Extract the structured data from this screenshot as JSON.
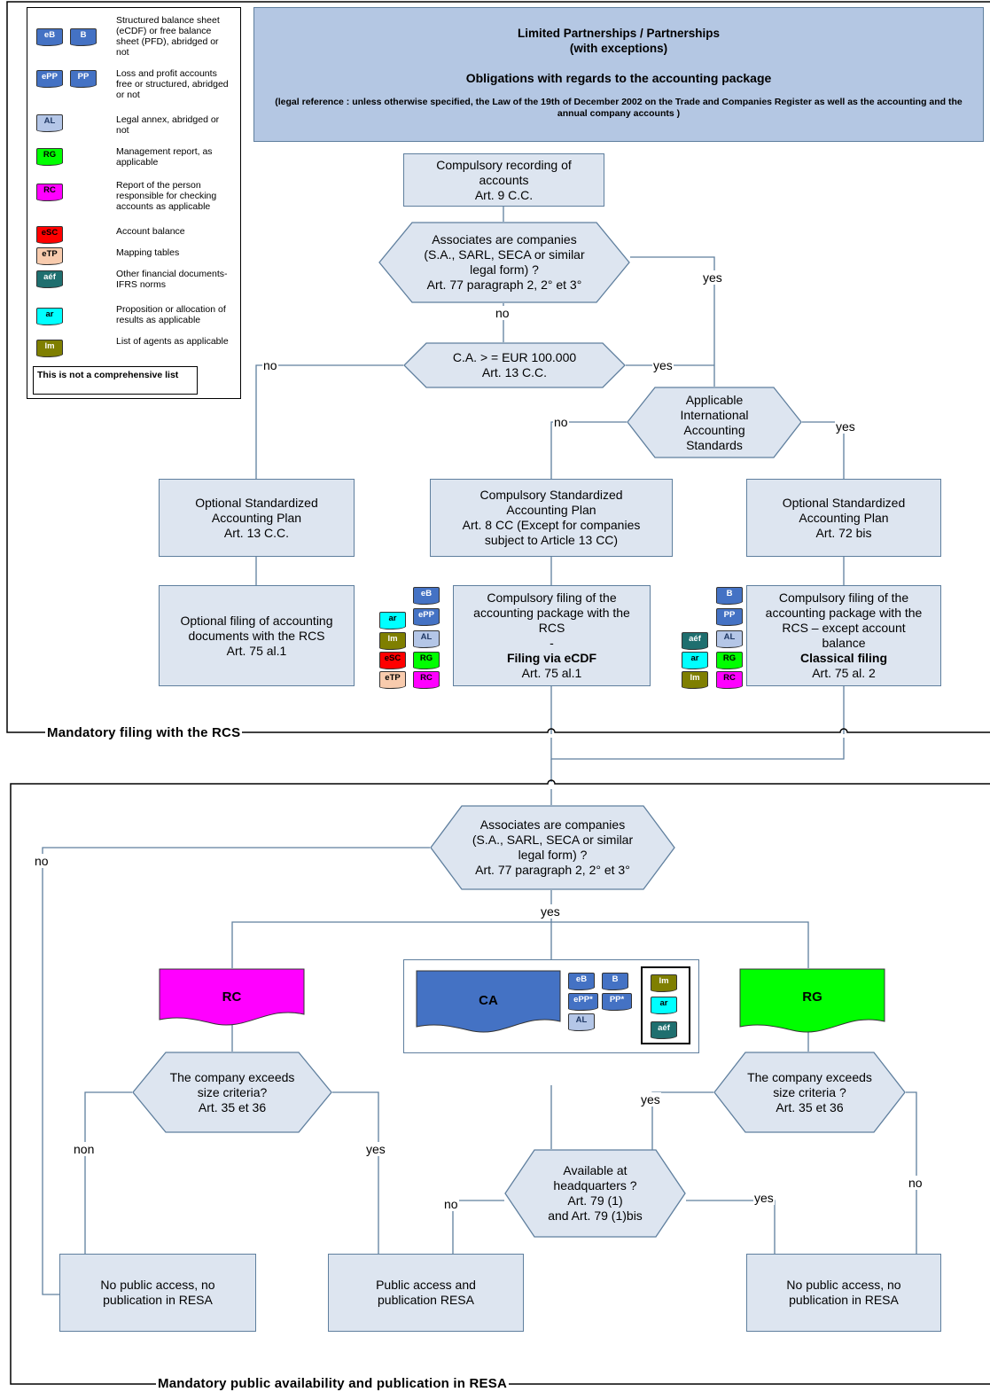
{
  "header": {
    "line1": "Limited Partnerships  / Partnerships",
    "line2": "(with exceptions)",
    "line3": "Obligations with regards to the accounting package",
    "line4": "(legal reference : unless otherwise specified, the Law of the 19th of December 2002 on the Trade and Companies Register as well as the accounting and the annual company accounts )"
  },
  "legend": {
    "items": [
      {
        "icons": [
          "eB",
          "B"
        ],
        "text": "Structured balance sheet (eCDF) or free balance sheet (PFD), abridged or not"
      },
      {
        "icons": [
          "ePP",
          "PP"
        ],
        "text": "Loss and profit accounts free or structured, abridged or not"
      },
      {
        "icons": [
          "AL"
        ],
        "text": "Legal annex, abridged or not"
      },
      {
        "icons": [
          "RG"
        ],
        "text": "Management report, as applicable"
      },
      {
        "icons": [
          "RC"
        ],
        "text": "Report of the person responsible for checking accounts as applicable"
      },
      {
        "icons": [
          "eSC"
        ],
        "text": "Account balance"
      },
      {
        "icons": [
          "eTP"
        ],
        "text": "Mapping tables"
      },
      {
        "icons": [
          "aéf"
        ],
        "text": "Other financial documents- IFRS norms"
      },
      {
        "icons": [
          "ar"
        ],
        "text": "Proposition or allocation of results as applicable"
      },
      {
        "icons": [
          "lm"
        ],
        "text": "List of agents as applicable"
      }
    ],
    "note": "This is not a comprehensive list"
  },
  "nodes": {
    "recording": [
      "Compulsory recording of",
      "accounts",
      "Art. 9 C.C."
    ],
    "associates1": [
      "Associates are companies",
      "(S.A., SARL, SECA or similar",
      "legal form) ?",
      "Art. 77 paragraph 2, 2° et 3°"
    ],
    "ca": [
      "C.A. > = EUR 100.000",
      "Art. 13 C.C."
    ],
    "ias": [
      "Applicable",
      "International",
      "Accounting",
      "Standards"
    ],
    "opt_plan_left": [
      "Optional Standardized",
      "Accounting Plan",
      "Art. 13 C.C."
    ],
    "comp_plan": [
      "Compulsory Standardized",
      "Accounting Plan",
      "Art. 8 CC (Except for companies",
      "subject to Article 13 CC)"
    ],
    "opt_plan_right": [
      "Optional Standardized",
      "Accounting Plan",
      "Art. 72 bis"
    ],
    "opt_filing": [
      "Optional filing of accounting",
      "documents with the RCS",
      "Art. 75 al.1"
    ],
    "comp_filing_ecdf": [
      "Compulsory filing of the",
      "accounting package with the",
      "RCS",
      "-",
      "Filing via eCDF",
      "Art. 75 al.1"
    ],
    "comp_filing_classic": [
      "Compulsory filing of the",
      "accounting package with the",
      "RCS – except account",
      "balance",
      "Classical filing",
      "Art. 75 al. 2"
    ],
    "associates2": [
      "Associates are companies",
      "(S.A., SARL, SECA or similar",
      "legal form) ?",
      "Art. 77 paragraph 2, 2° et 3°"
    ],
    "rc_doc": "RC",
    "ca_doc": "CA",
    "rg_doc": "RG",
    "size_left": [
      "The company exceeds",
      "size criteria?",
      "Art. 35 et 36"
    ],
    "size_right": [
      "The company exceeds",
      "size criteria ?",
      "Art. 35 et 36"
    ],
    "headquarters": [
      "Available at",
      "headquarters ?",
      "Art. 79 (1)",
      "and Art. 79 (1)bis"
    ],
    "no_access_left": [
      "No public access, no",
      "publication in RESA"
    ],
    "public_access": [
      "Public access and",
      "publication RESA"
    ],
    "no_access_right": [
      "No public access, no",
      "publication in RESA"
    ]
  },
  "labels": {
    "no": "no",
    "yes": "yes",
    "non": "non"
  },
  "icons": {
    "ecdf_group": [
      "eB",
      "ar",
      "ePP",
      "lm",
      "AL",
      "eSC",
      "RG",
      "eTP",
      "RC"
    ],
    "classic_group": [
      "B",
      "PP",
      "aéf",
      "AL",
      "ar",
      "RG",
      "lm",
      "RC"
    ],
    "ca_group": [
      "eB",
      "B",
      "ePP*",
      "PP*",
      "AL",
      "lm",
      "ar",
      "aéf"
    ]
  },
  "frames": {
    "top": "Mandatory filing with the RCS",
    "bottom": "Mandatory public availability and publication in RESA"
  }
}
